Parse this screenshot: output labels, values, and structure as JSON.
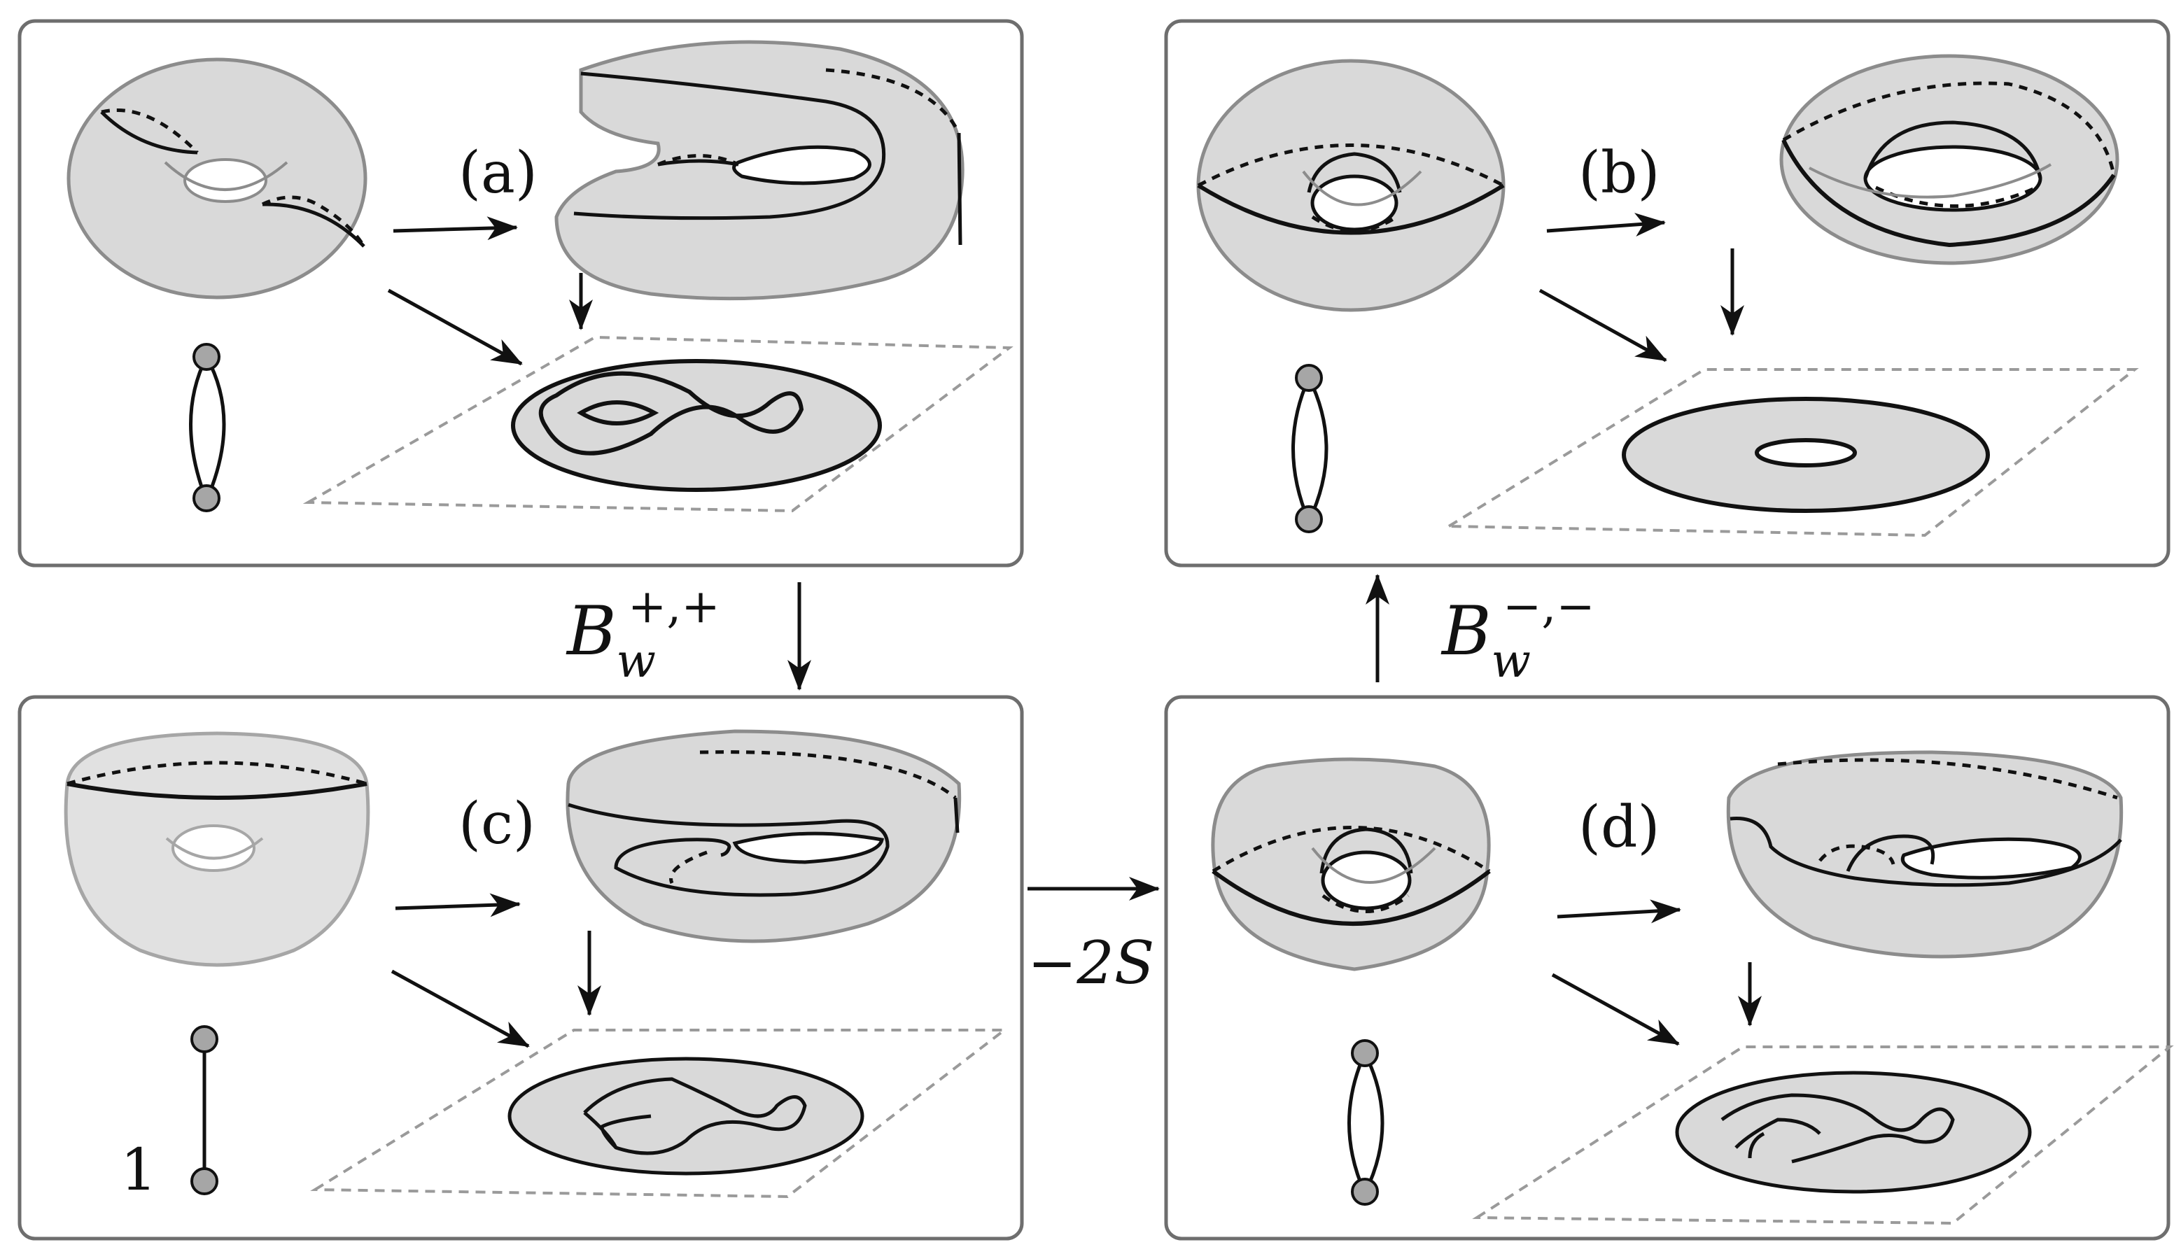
{
  "panels": [
    {
      "id": "a",
      "label": "(a)",
      "graph": "loop",
      "edge_label": ""
    },
    {
      "id": "b",
      "label": "(b)",
      "graph": "loop",
      "edge_label": ""
    },
    {
      "id": "c",
      "label": "(c)",
      "graph": "edge",
      "edge_label": "1"
    },
    {
      "id": "d",
      "label": "(d)",
      "graph": "loop",
      "edge_label": ""
    }
  ],
  "connectors": {
    "a_to_c": {
      "base": "B",
      "sub": "w",
      "sup": "+,+"
    },
    "c_to_d": {
      "label": "−2S"
    },
    "d_to_b": {
      "base": "B",
      "sub": "w",
      "sup": "−,−"
    }
  },
  "colors": {
    "fill": "#d9d9d9",
    "fill_light": "#e1e1e1",
    "stroke": "#111111",
    "gray_stroke": "#8c8c8c",
    "frame": "#6e6e6e",
    "dashed_plane": "#9a9a9a"
  },
  "icons": [
    "arrow-right-icon",
    "arrow-down-icon",
    "arrow-diagonal-icon",
    "arrow-up-icon"
  ]
}
